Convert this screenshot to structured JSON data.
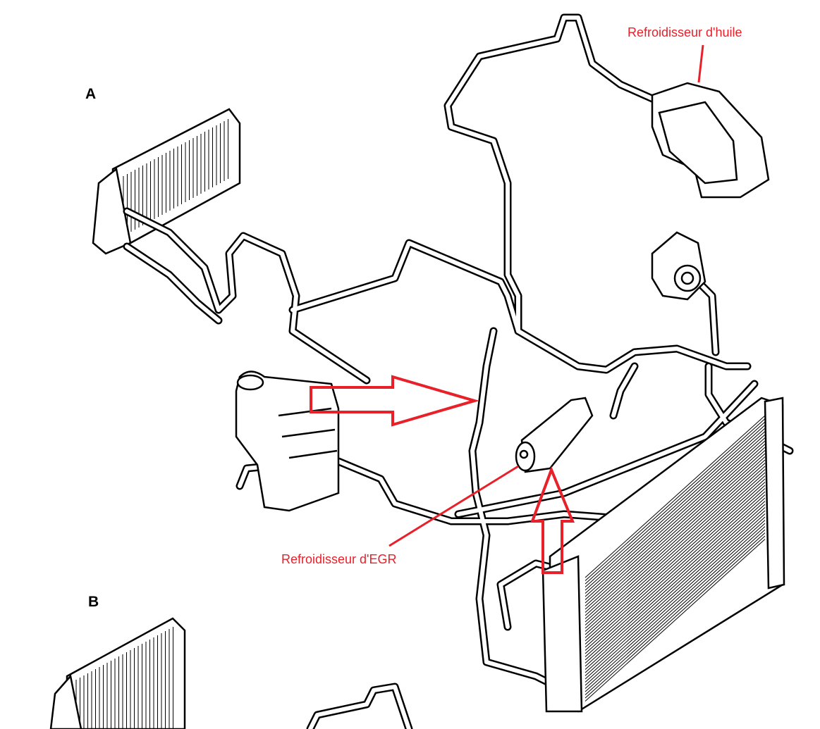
{
  "diagram": {
    "views": [
      {
        "label": "A"
      },
      {
        "label": "B"
      }
    ],
    "annotations": {
      "oil_cooler": "Refroidisseur d'huile",
      "egr_cooler": "Refroidisseur d'EGR"
    },
    "colors": {
      "annotation": "#e8202a",
      "lines": "#000000"
    }
  }
}
